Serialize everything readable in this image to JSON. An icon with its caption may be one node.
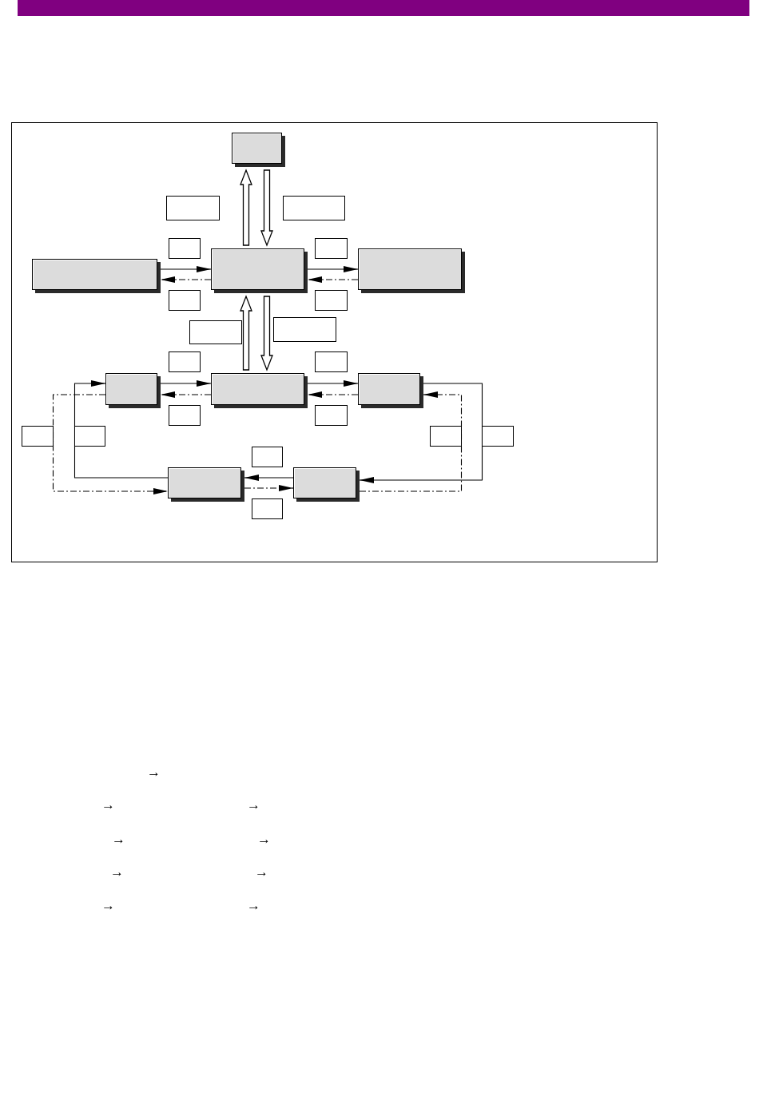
{
  "diagram": {
    "nodes": [
      {
        "text": [],
        "shape": "box"
      },
      {
        "text": [],
        "shape": "box"
      },
      {
        "text": [],
        "shape": "box"
      },
      {
        "text": [],
        "shape": "box"
      },
      {
        "text": [],
        "shape": "box"
      },
      {
        "text": [],
        "shape": "box"
      },
      {
        "text": [],
        "shape": "box"
      },
      {
        "text": [],
        "shape": "box"
      },
      {
        "text": [],
        "shape": "box"
      },
      {
        "text": [],
        "shape": "box"
      },
      {
        "text": [],
        "shape": "box"
      },
      {
        "text": [],
        "shape": "box"
      },
      {
        "text": [],
        "shape": "box"
      },
      {
        "text": [],
        "shape": "box"
      },
      {
        "text": [],
        "shape": "box"
      },
      {
        "text": [],
        "shape": "box"
      },
      {
        "text": [],
        "shape": "box"
      },
      {
        "text": [],
        "shape": "box"
      },
      {
        "text": [],
        "shape": "box"
      },
      {
        "text": [],
        "shape": "box"
      },
      {
        "text": [],
        "shape": "box"
      },
      {
        "text": [],
        "shape": "box"
      },
      {
        "text": [],
        "shape": "box"
      },
      {
        "text": [],
        "shape": "box"
      },
      {
        "text": [],
        "shape": "box"
      },
      {
        "text": [],
        "shape": "box"
      },
      {
        "text": [],
        "shape": "box"
      }
    ],
    "edges": [
      {
        "from": 6,
        "to": 0,
        "arrow": "to",
        "style": "thick"
      },
      {
        "from": 0,
        "to": 6,
        "arrow": "to",
        "style": "thick"
      },
      {
        "from": 5,
        "to": 6,
        "arrow": "to"
      },
      {
        "from": 6,
        "to": 5,
        "arrow": "to",
        "style": "dashed"
      },
      {
        "from": 6,
        "to": 7,
        "arrow": "to"
      },
      {
        "from": 7,
        "to": 6,
        "arrow": "to",
        "style": "dashed"
      },
      {
        "from": 15,
        "to": 6,
        "arrow": "to",
        "style": "thick"
      },
      {
        "from": 6,
        "to": 15,
        "arrow": "to",
        "style": "thick"
      },
      {
        "from": 14,
        "to": 15,
        "arrow": "to"
      },
      {
        "from": 15,
        "to": 14,
        "arrow": "to",
        "style": "dashed"
      },
      {
        "from": 15,
        "to": 16,
        "arrow": "to"
      },
      {
        "from": 16,
        "to": 15,
        "arrow": "to",
        "style": "dashed"
      },
      {
        "from": 16,
        "to": 25,
        "arrow": "to"
      },
      {
        "from": 25,
        "to": 16,
        "arrow": "to",
        "style": "dashed"
      },
      {
        "from": 25,
        "to": 24,
        "arrow": "to"
      },
      {
        "from": 24,
        "to": 25,
        "arrow": "to",
        "style": "dashed"
      },
      {
        "from": 24,
        "to": 14,
        "arrow": "to"
      },
      {
        "from": 14,
        "to": 24,
        "arrow": "to",
        "style": "dashed"
      }
    ],
    "labels": [
      "→",
      "→",
      "→",
      "→",
      "→",
      "→",
      "→",
      "→",
      "→"
    ]
  }
}
